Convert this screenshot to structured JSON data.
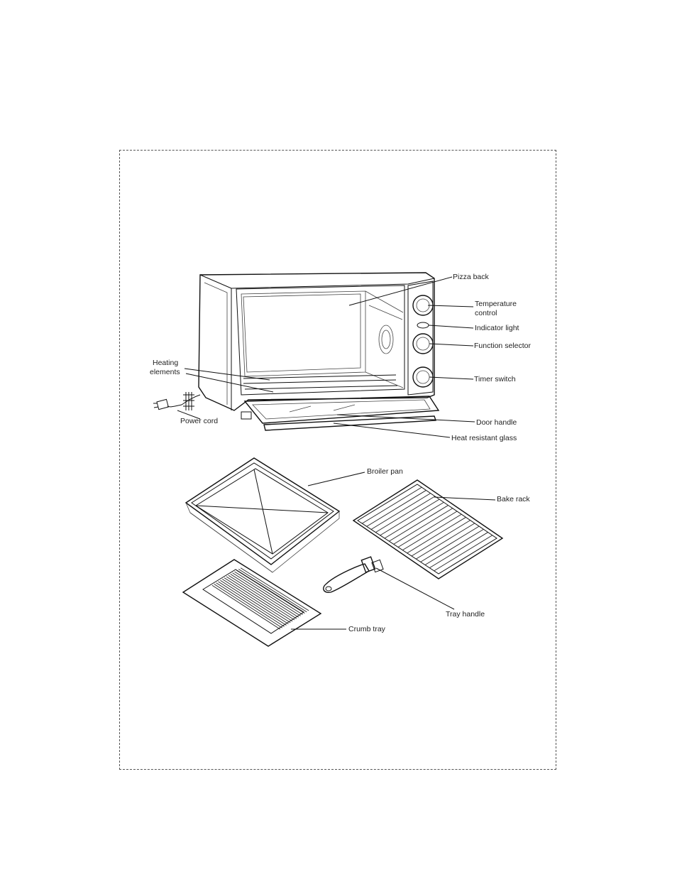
{
  "labels": {
    "pizza_back": "Pizza back",
    "temperature_control_line1": "Temperature",
    "temperature_control_line2": "control",
    "indicator_light": "Indicator light",
    "function_selector": "Function selector",
    "timer_switch": "Timer switch",
    "heating_elements_line1": "Heating",
    "heating_elements_line2": "elements",
    "power_cord": "Power cord",
    "door_handle": "Door handle",
    "heat_resistant_glass": "Heat resistant glass",
    "broiler_pan": "Broiler pan",
    "bake_rack": "Bake rack",
    "tray_handle": "Tray handle",
    "crumb_tray": "Crumb tray"
  }
}
